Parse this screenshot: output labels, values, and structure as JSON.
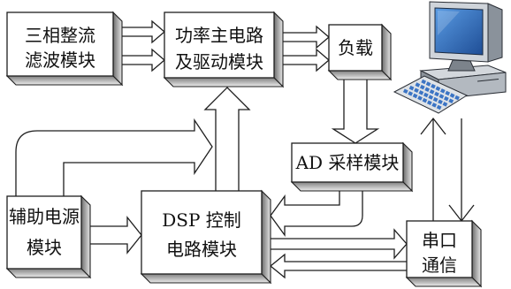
{
  "diagram": {
    "blocks": {
      "rectifier_filter": {
        "lines": [
          "三相整流",
          "滤波模块"
        ]
      },
      "power_main_circuit": {
        "lines": [
          "功率主电路",
          "及驱动模块"
        ]
      },
      "load": {
        "lines": [
          "负载"
        ]
      },
      "ad_sampling": {
        "lines": [
          "AD 采样模块"
        ]
      },
      "auxiliary_power": {
        "lines": [
          "辅助电源",
          "模块"
        ]
      },
      "dsp_control": {
        "lines": [
          "DSP 控制",
          "电路模块"
        ]
      },
      "serial_comm": {
        "lines": [
          "串口",
          "通信"
        ]
      }
    },
    "computer": {
      "icon": "desktop-computer-icon",
      "colors": {
        "screen_light": "#5a9ce4",
        "screen_dark": "#1f4e96",
        "keys": "#3b74c4"
      }
    }
  }
}
